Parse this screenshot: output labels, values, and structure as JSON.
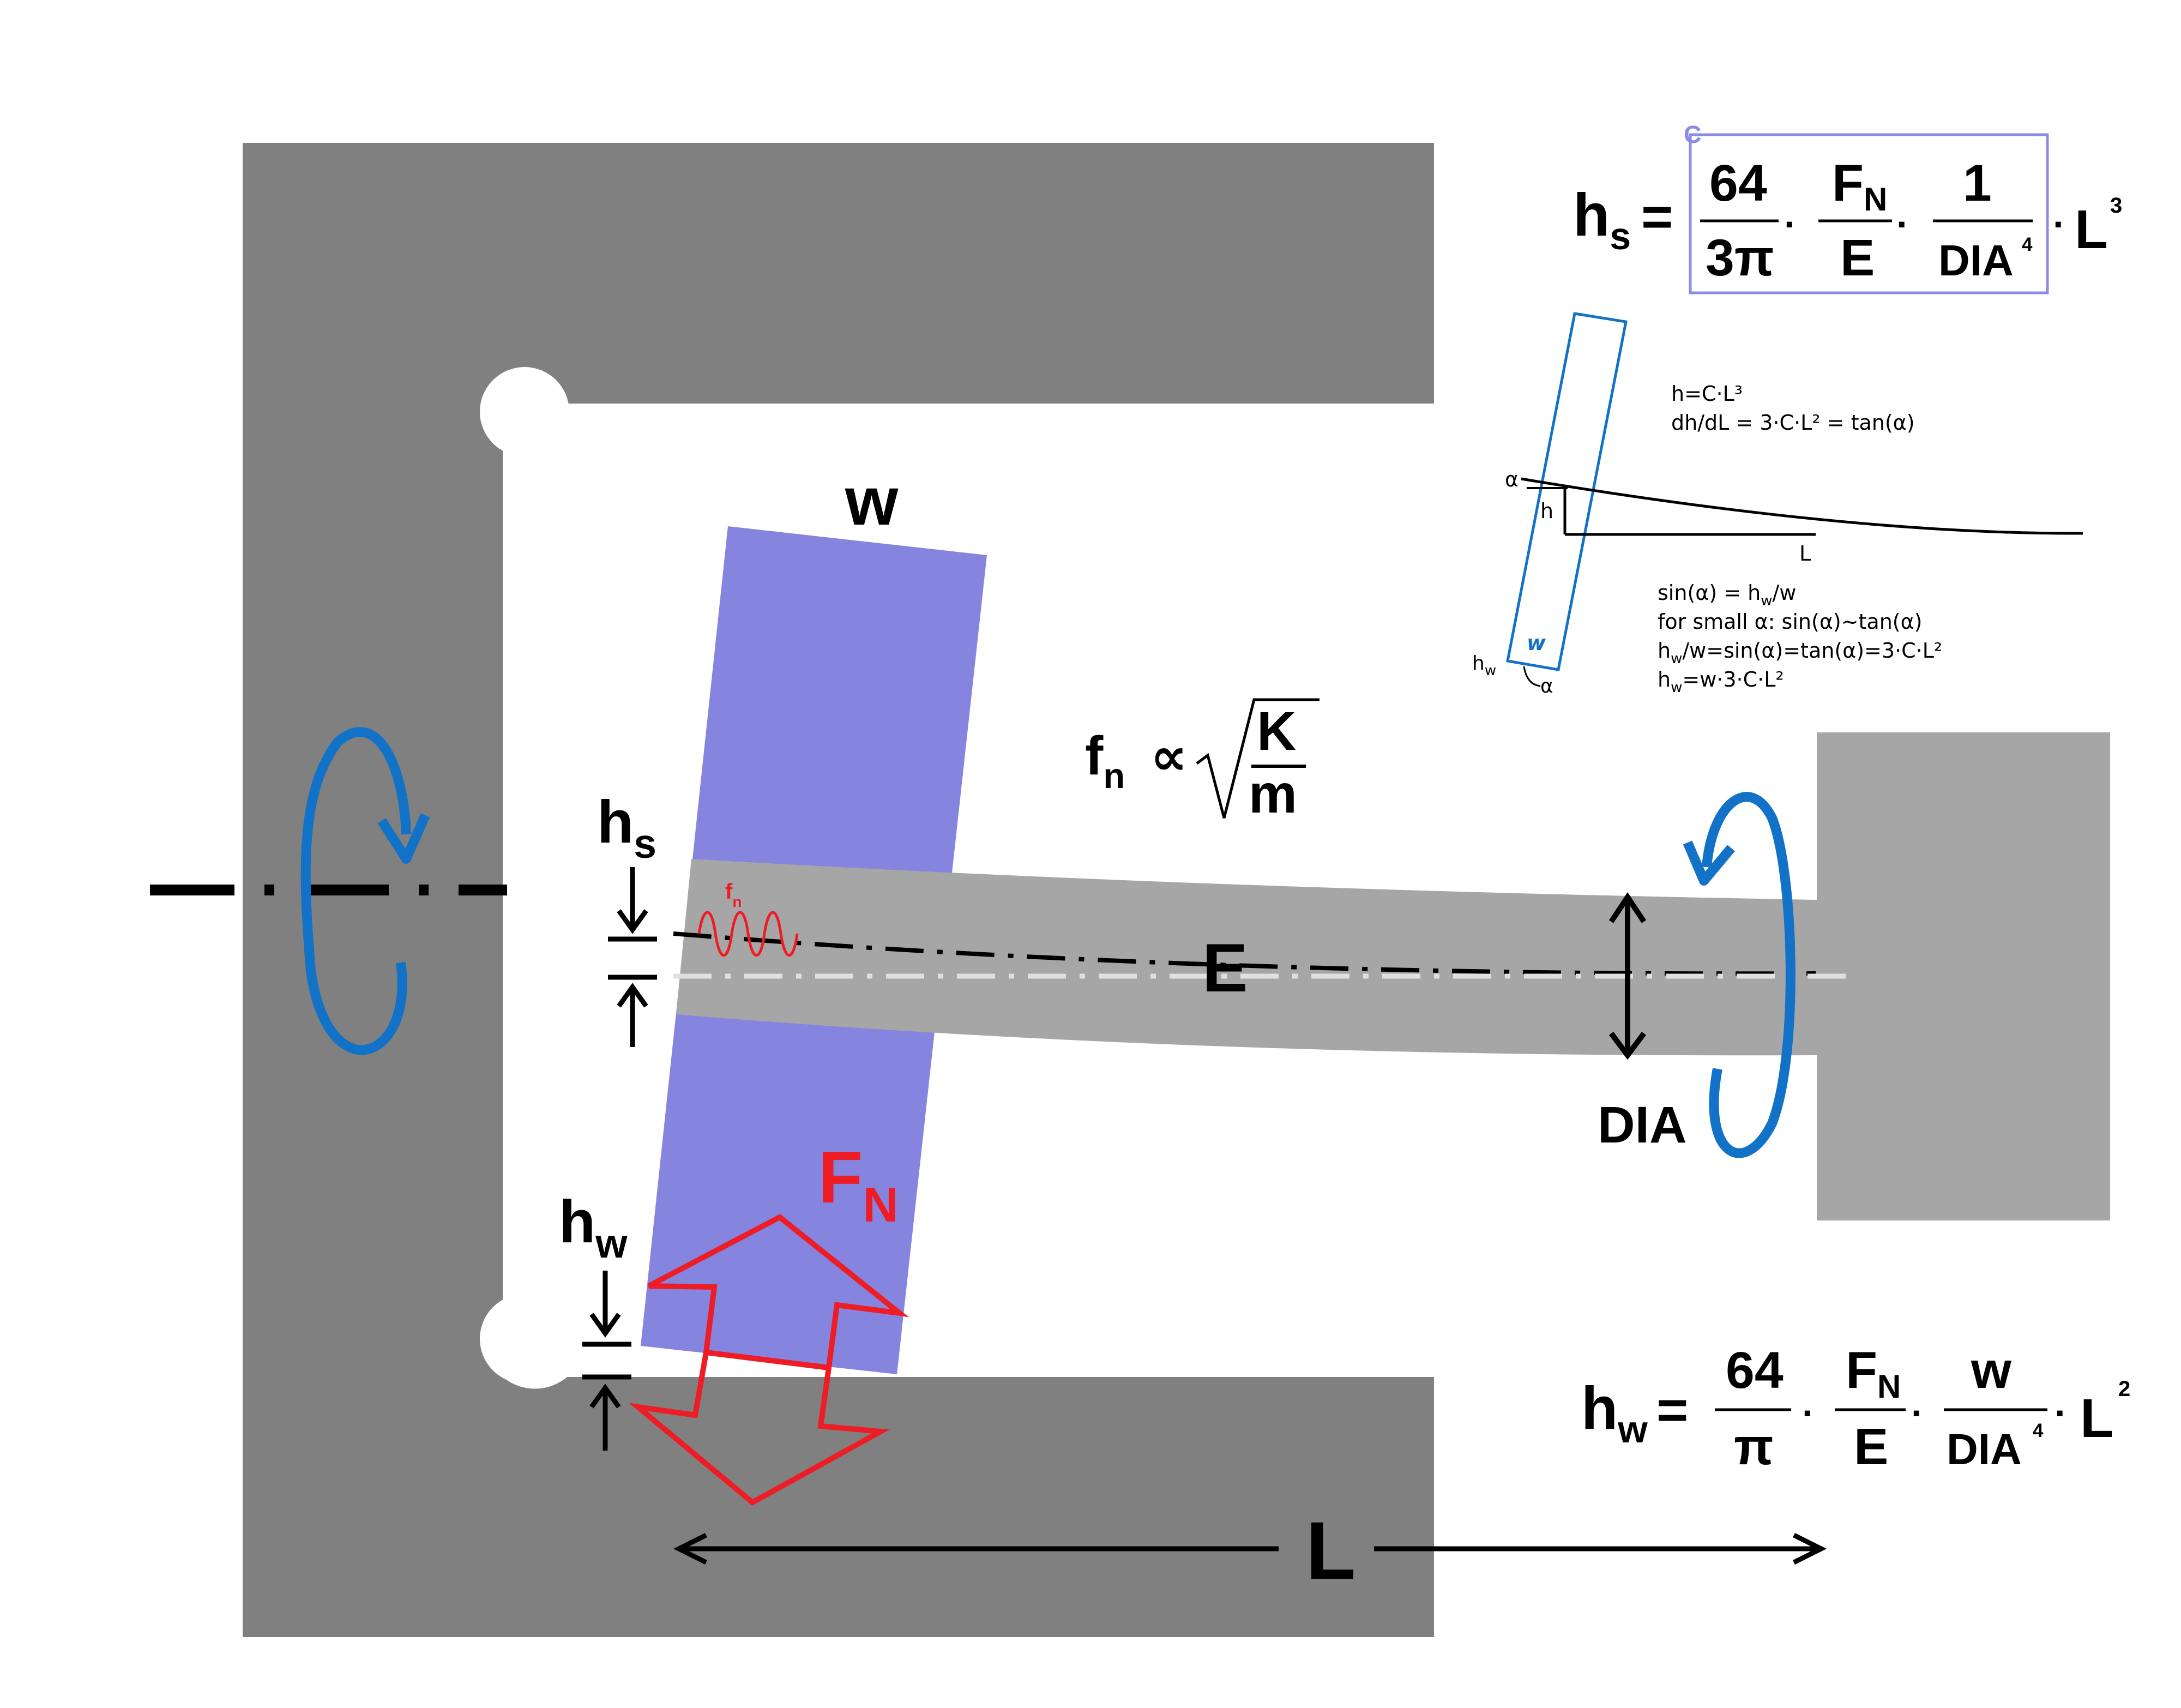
{
  "colors": {
    "frame": "#808080",
    "shaft": "#a6a6a6",
    "workpiece": "#8585e0",
    "rotation": "#1172c7",
    "force": "#ee1c25",
    "box": "#8c8ce6",
    "black": "#000000"
  },
  "labels": {
    "w": "w",
    "E": "E",
    "DIA": "DIA",
    "L": "L",
    "F": "F",
    "N": "N",
    "h": "h",
    "s": "s",
    "wsub": "w",
    "fn_f": "f",
    "fn_n": "n",
    "box_c": "C"
  },
  "formula_fn": {
    "f": "f",
    "n": "n",
    "prop": "∝",
    "K": "K",
    "m": "m"
  },
  "formula_hs": {
    "lhs_h": "h",
    "lhs_s": "s",
    "eq": "=",
    "frac1_num": "64",
    "frac1_den": "3π",
    "frac2_num_F": "F",
    "frac2_num_N": "N",
    "frac2_den": "E",
    "frac3_num": "1",
    "frac3_den": "DIA",
    "frac3_den_exp": "4",
    "dot": "·",
    "tail": "L",
    "tail_exp": "3"
  },
  "formula_hw": {
    "lhs_h": "h",
    "lhs_w": "w",
    "eq": "=",
    "frac1_num": "64",
    "frac1_den": "π",
    "frac2_num_F": "F",
    "frac2_num_N": "N",
    "frac2_den": "E",
    "frac3_num": "w",
    "frac3_den": "DIA",
    "frac3_den_exp": "4",
    "dot": "·",
    "tail": "L",
    "tail_exp": "2"
  },
  "derivation": {
    "line1": "h=C·L³",
    "line2": "dh/dL = 3·C·L² = tan(α)",
    "alpha": "α",
    "h": "h",
    "L": "L",
    "w": "w",
    "hw_h": "h",
    "hw_w": "w",
    "alpha2": "α",
    "line3": "sin(α) = h",
    "line3_sub": "w",
    "line3_tail": "/w",
    "line4": "for small α: sin(α)~tan(α)",
    "line5_h": "h",
    "line5_sub": "w",
    "line5_tail": "/w=sin(α)=tan(α)=3·C·L²",
    "line6_h": "h",
    "line6_sub": "w",
    "line6_tail": "=w·3·C·L²"
  }
}
